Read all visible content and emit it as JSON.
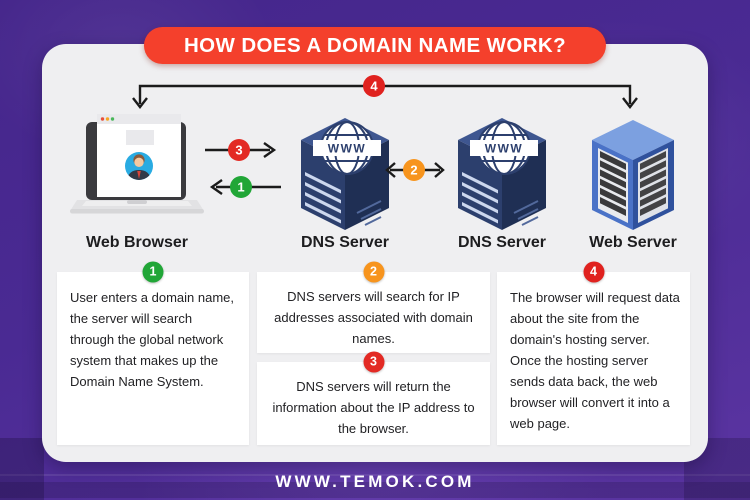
{
  "title": "HOW DOES A DOMAIN NAME WORK?",
  "footer": {
    "url": "WWW.TEMOK.COM"
  },
  "globe_label": "WWW",
  "nodes": [
    {
      "label": "Web Browser"
    },
    {
      "label": "DNS Server"
    },
    {
      "label": "DNS Server"
    },
    {
      "label": "Web Server"
    }
  ],
  "colors": {
    "banner": "#f4402c",
    "card": "#efeff1",
    "background": "#4a2a93",
    "step1": "#21a637",
    "step2": "#f7941d",
    "step3": "#e32a24",
    "step4": "#e0221f",
    "arrow": "#1b1b1b"
  },
  "steps": [
    {
      "num": "1",
      "color": "#21a637",
      "text": "User enters a domain name, the server will search through the global network system that makes up the Domain Name System."
    },
    {
      "num": "2",
      "color": "#f7941d",
      "text": "DNS servers will search for IP addresses associated with domain names."
    },
    {
      "num": "3",
      "color": "#e32a24",
      "text": "DNS servers will return the information about the IP address to the browser."
    },
    {
      "num": "4",
      "color": "#e0221f",
      "text": "The browser will request data about the site from the domain's hosting server. Once the hosting server sends data back, the web browser will convert it into a web page."
    }
  ]
}
